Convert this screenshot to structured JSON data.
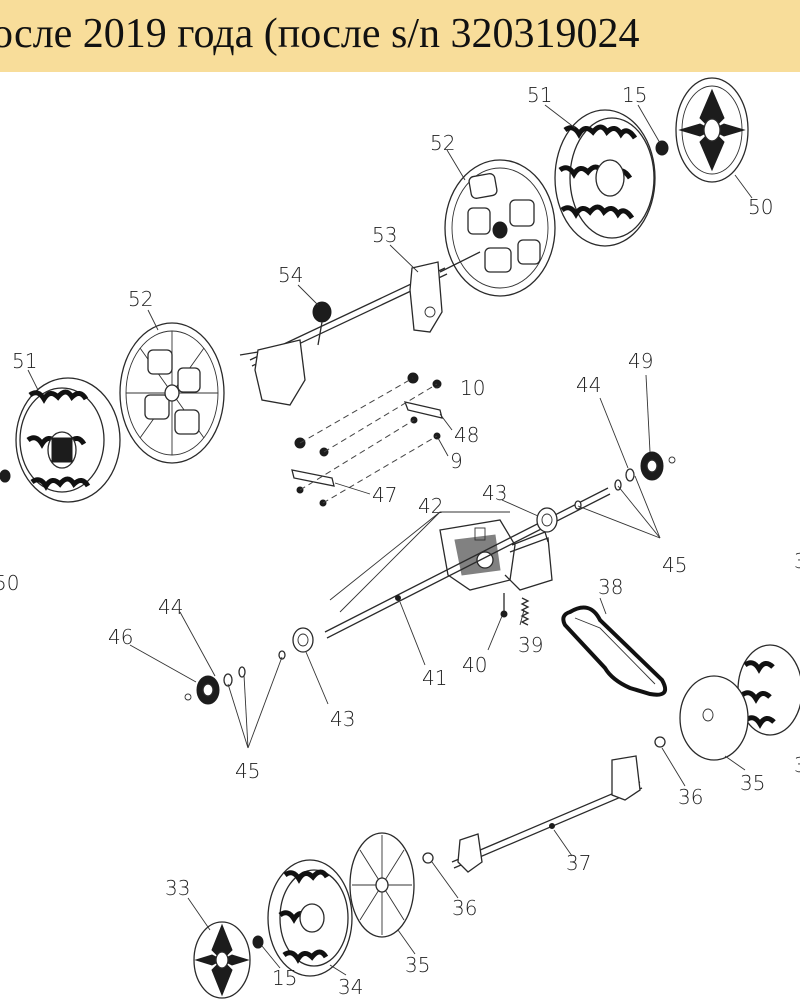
{
  "header": {
    "title": "осле 2019 года (после s/n 320319024"
  },
  "labels": {
    "p51a": "51",
    "p15a": "15",
    "p50a": "50",
    "p52a": "52",
    "p53": "53",
    "p54": "54",
    "p52b": "52",
    "p51b": "51",
    "p10": "10",
    "p48": "48",
    "p9": "9",
    "p47": "47",
    "p49": "49",
    "p44a": "44",
    "p45a": "45",
    "p43a": "43",
    "p42": "42",
    "p50b": "50",
    "p38": "38",
    "p39": "39",
    "p40": "40",
    "p41": "41",
    "p44b": "44",
    "p46": "46",
    "p43b": "43",
    "p45b": "45",
    "p36a": "36",
    "p35a": "35",
    "p37": "37",
    "p36b": "36",
    "p35b": "35",
    "p33": "33",
    "p15b": "15",
    "p34": "34",
    "p3x": "3",
    "p3y": "3"
  }
}
